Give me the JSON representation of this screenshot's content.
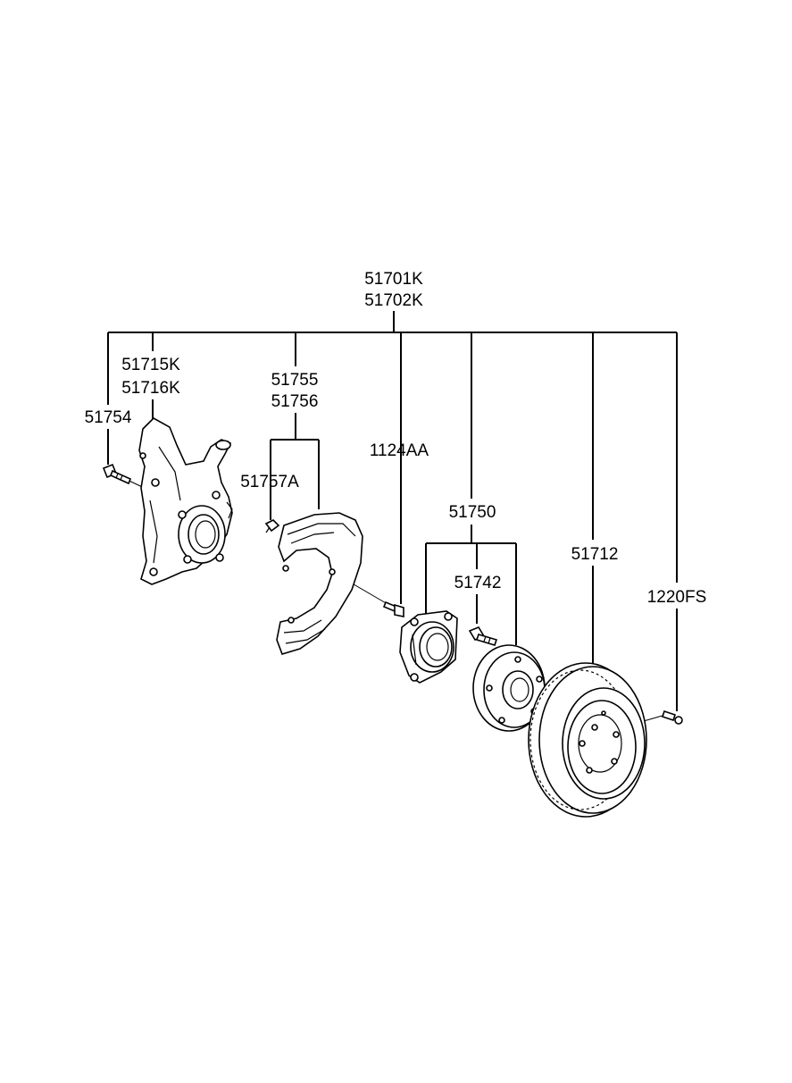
{
  "labels": {
    "assembly_1": "51701K",
    "assembly_2": "51702K",
    "knuckle_1": "51715K",
    "knuckle_2": "51716K",
    "knuckle_bolt": "51754",
    "dust_cover_1": "51755",
    "dust_cover_2": "51756",
    "dust_cover_clip": "51757A",
    "cover_bolt": "1124AA",
    "hub_assembly": "51750",
    "hub_bolt": "51742",
    "brake_disc": "51712",
    "disc_screw": "1220FS"
  }
}
